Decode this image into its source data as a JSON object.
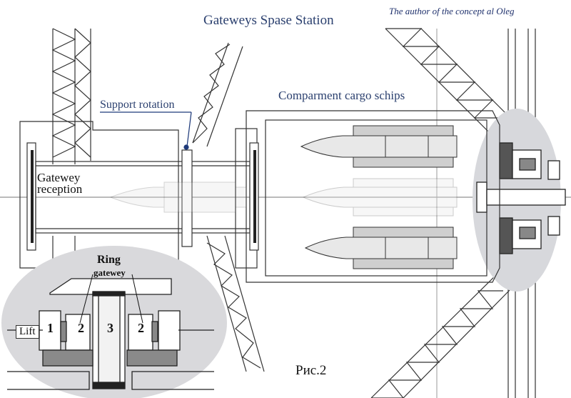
{
  "title": "Gateweys Spase Station",
  "author": "The author of the concept al Oleg",
  "labels": {
    "support_rotation": "Support rotation",
    "compartment": "Comparment cargo schips",
    "gatewey_reception_1": "Gatewey",
    "gatewey_reception_2": "reception",
    "ring": "Ring",
    "ring_gatewey": "gatewey",
    "lift": "Lift",
    "num_1": "1",
    "num_2a": "2",
    "num_3": "3",
    "num_2b": "2"
  },
  "figure_caption": "Рис.2",
  "colors": {
    "text": "#2a3f6e",
    "line": "#444444",
    "shade": "#d9d9dc",
    "dark": "#111111"
  }
}
